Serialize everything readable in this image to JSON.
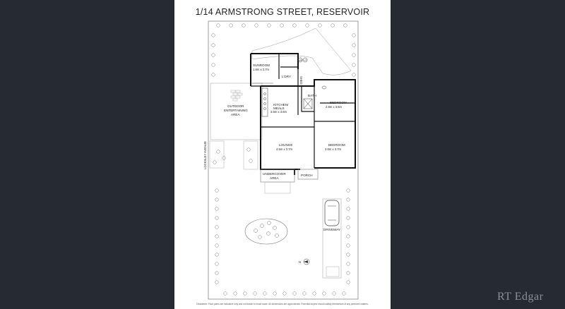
{
  "title": "1/14 ARMSTRONG STREET, RESERVOIR",
  "rooms": {
    "sunroom": {
      "name": "SUNROOM",
      "size": "1.8m x 2.7m"
    },
    "laundry": {
      "name": "L'DRY"
    },
    "shed": {
      "name": "SHED"
    },
    "kitchen": {
      "name": "KITCHEN/",
      "name2": "MEALS",
      "size": "3.5m x 3.6m"
    },
    "bath": {
      "name": "BATH"
    },
    "bedroom1": {
      "name": "BEDROOM",
      "size": "2.8m x 3.6m"
    },
    "outdoor": {
      "name": "OUTDOOR",
      "name2": "ENTERTAINING",
      "name3": "AREA"
    },
    "lounge": {
      "name": "LOUNGE",
      "size": "4.5m x 3.7m"
    },
    "bedroom2": {
      "name": "BEDROOM",
      "size": "3.6m x 3.7m"
    },
    "undercover": {
      "name": "UNDERCOVER",
      "name2": "AREA"
    },
    "porch": {
      "name": "PORCH"
    },
    "driveway": {
      "name": "DRIVEWAY"
    }
  },
  "street": "LOCKSLEY AVENUE",
  "compass": "N",
  "appliance_labels": {
    "wm": "WM",
    "ht": "HT"
  },
  "disclaimer": "Disclaimer: Floor plans are indicative only and not drawn to exact scale. All dimensions are approximate. Potential buyers should satisfy themselves of any pertinent matters.",
  "brand": "RT Edgar",
  "colors": {
    "background": "#252a33",
    "sheet": "#ffffff",
    "wall": "#111111",
    "brand": "#8a8f98"
  }
}
